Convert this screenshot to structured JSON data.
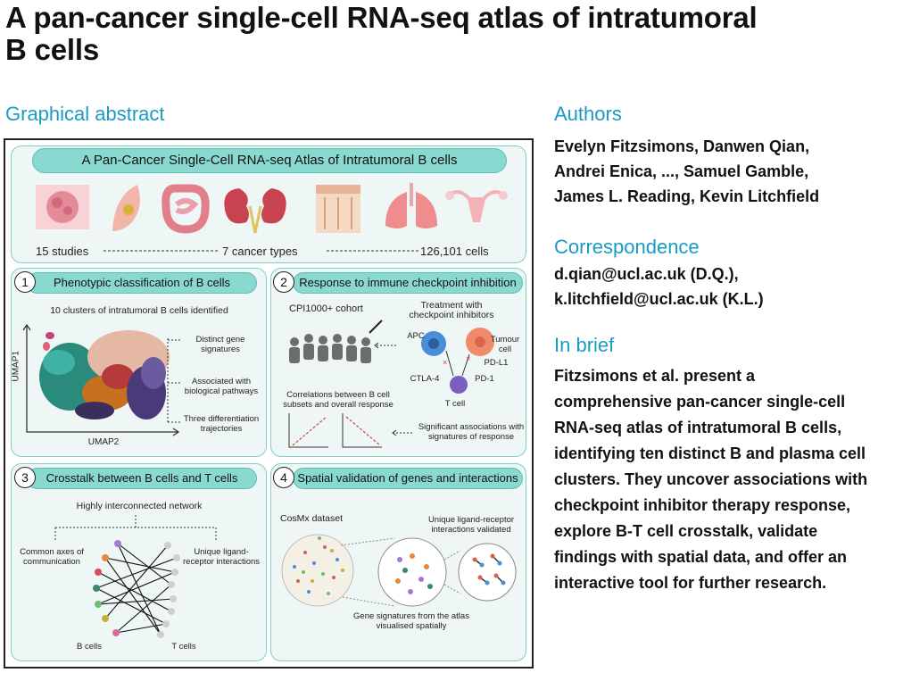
{
  "paper": {
    "title": "A pan-cancer single-cell RNA-seq atlas of intratumoral B cells"
  },
  "graphical_abstract": {
    "heading": "Graphical abstract",
    "banner": "A Pan-Cancer Single-Cell RNA-seq Atlas of Intratumoral B cells",
    "stats": [
      "15 studies",
      "7 cancer types",
      "126,101 cells"
    ],
    "organ_icons": [
      "colon-tumour-icon",
      "breast-icon",
      "intestine-icon",
      "kidney-icon",
      "skin-icon",
      "lung-icon",
      "uterus-icon"
    ],
    "panel1": {
      "number": "1",
      "title": "Phenotypic classification of B cells",
      "subtitle": "10 clusters of intratumoral B cells identified",
      "annotations": [
        "Distinct gene signatures",
        "Associated with biological pathways",
        "Three differentiation trajectories"
      ],
      "yaxis": "UMAP1",
      "xaxis": "UMAP2"
    },
    "panel2": {
      "number": "2",
      "title": "Response to immune checkpoint inhibition",
      "cohort": "CPI1000+ cohort",
      "treatment": "Treatment with checkpoint inhibitors",
      "cells": [
        "APC",
        "Tumour cell",
        "PD-L1",
        "CTLA-4",
        "PD-1",
        "T cell"
      ],
      "correlations": "Correlations between B cell subsets and overall response",
      "associations": "Significant associations with signatures of response"
    },
    "panel3": {
      "number": "3",
      "title": "Crosstalk between B cells and T cells",
      "network": "Highly interconnected network",
      "left_note": "Common axes of communication",
      "right_note": "Unique ligand-receptor interactions",
      "b_label": "B cells",
      "t_label": "T cells"
    },
    "panel4": {
      "number": "4",
      "title": "Spatial validation of genes and interactions",
      "dataset": "CosMx dataset",
      "unique": "Unique ligand-receptor interactions validated",
      "signatures": "Gene signatures from the atlas visualised spatially"
    }
  },
  "authors": {
    "heading": "Authors",
    "lines": [
      "Evelyn Fitzsimons, Danwen Qian,",
      "Andrei Enica, ..., Samuel Gamble,",
      "James L. Reading, Kevin Litchfield"
    ]
  },
  "correspondence": {
    "heading": "Correspondence",
    "lines": [
      "d.qian@ucl.ac.uk (D.Q.),",
      "k.litchfield@ucl.ac.uk (K.L.)"
    ]
  },
  "in_brief": {
    "heading": "In brief",
    "lines": [
      "Fitzsimons et al. present a",
      "comprehensive pan-cancer single-cell",
      "RNA-seq atlas of intratumoral B cells,",
      "identifying ten distinct B and plasma cell",
      "clusters. They uncover associations with",
      "checkpoint inhibitor therapy response,",
      "explore B-T cell crosstalk, validate",
      "findings with spatial data, and offer an",
      "interactive tool for further research."
    ]
  }
}
